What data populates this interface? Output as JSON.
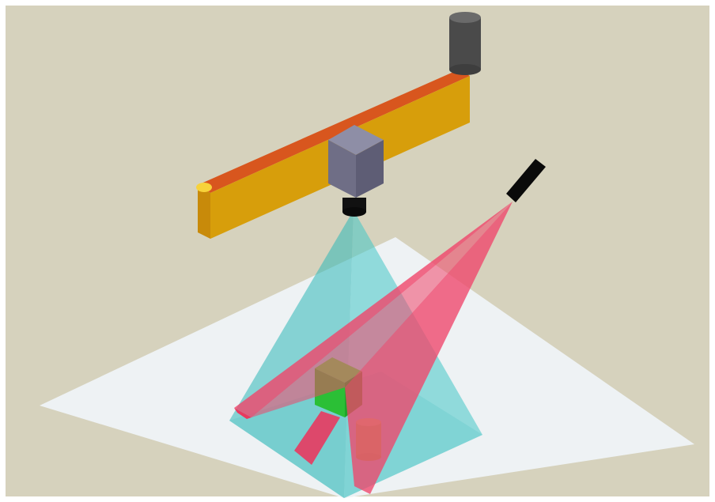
{
  "scene": {
    "description_visible_text": [],
    "components": [
      {
        "name": "gantry-beam",
        "color": "#D79E0B",
        "top_color": "#D8561E"
      },
      {
        "name": "rotary-motor",
        "color": "#4A4A4A"
      },
      {
        "name": "camera-body",
        "color": "#6F6E86"
      },
      {
        "name": "camera-lens",
        "color": "#111111"
      },
      {
        "name": "laser-projector",
        "color": "#0A0A0A"
      },
      {
        "name": "camera-field-of-view",
        "color": "#2FB8B8"
      },
      {
        "name": "laser-plane",
        "color": "#F0456A"
      },
      {
        "name": "work-surface",
        "color": "#EEF2F4"
      },
      {
        "name": "object-box",
        "color": "#2CC43A"
      },
      {
        "name": "object-cylinder",
        "color": "#8FCF5C"
      }
    ],
    "colors": {
      "background": "#D6D2BD",
      "frame": "#FFFFFF"
    }
  }
}
